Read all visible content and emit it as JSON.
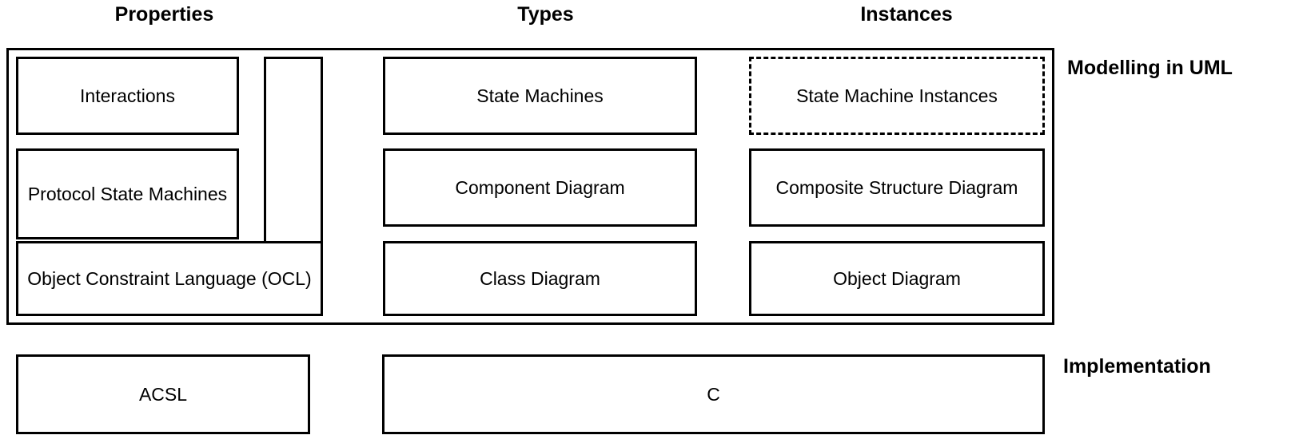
{
  "headers": {
    "properties": "Properties",
    "types": "Types",
    "instances": "Instances"
  },
  "bands": {
    "modelling": "Modelling in UML",
    "implementation": "Implementation"
  },
  "modelling": {
    "properties": {
      "interactions": "Interactions",
      "protocol_state_machines": "Protocol State Machines",
      "object_constraint_language": "Object Constraint Language (OCL)",
      "spacer": ""
    },
    "types": {
      "state_machines": "State Machines",
      "component_diagram": "Component Diagram",
      "class_diagram": "Class Diagram"
    },
    "instances": {
      "state_machine_instances": "State Machine Instances",
      "composite_structure_diagram": "Composite Structure Diagram",
      "object_diagram": "Object Diagram"
    }
  },
  "implementation": {
    "acsl": "ACSL",
    "c": "C"
  },
  "colors": {
    "stroke": "#000000",
    "background": "#ffffff",
    "text": "#000000"
  }
}
